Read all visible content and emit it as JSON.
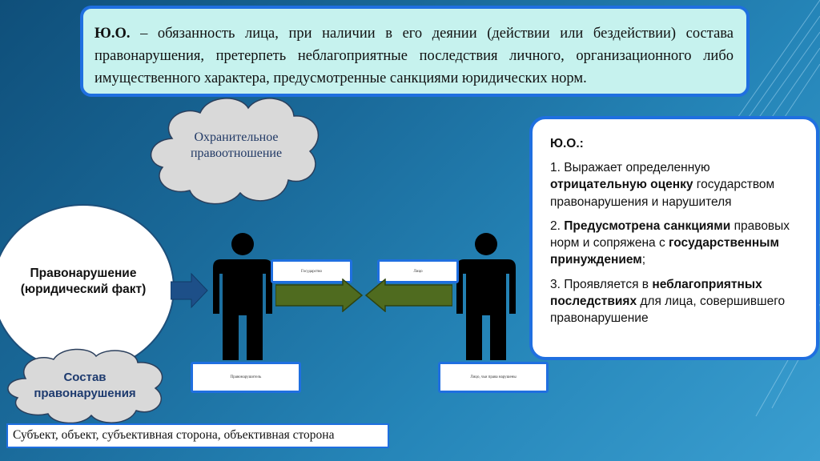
{
  "definition": {
    "term": "Ю.О.",
    "text": " – обязанность лица, при наличии в его деянии (действии или бездействии) состава правонарушения, претерпеть неблагоприятные последствия личного, организационного либо имущественного характера, предусмотренные санкциями юридических норм."
  },
  "cloud_top": {
    "text": "Охранительное правоотношение"
  },
  "circle": {
    "text": "Правонарушение (юридический факт)"
  },
  "cloud_bottom": {
    "text": "Состав правонарушения"
  },
  "bottom_box": {
    "text": "Субъект, объект, субъективная сторона, объективная сторона"
  },
  "left_person": {
    "top_label": "Государство",
    "bottom_label": "Правонарушитель"
  },
  "right_person": {
    "top_label": "Лицо",
    "bottom_label": "Лицо, чьи права нарушены"
  },
  "info": {
    "title": "Ю.О.:",
    "item1_prefix": "1. Выражает определенную ",
    "item1_bold": "отрицательную оценку",
    "item1_suffix": " государством правонарушения и нарушителя",
    "item2_prefix": "2. ",
    "item2_bold1": "Предусмотрена санкциями",
    "item2_mid": " правовых норм и сопряжена с ",
    "item2_bold2": "государственным принуждением",
    "item2_suffix": ";",
    "item3_prefix": "3. Проявляется в ",
    "item3_bold": "неблагоприятных последствиях",
    "item3_suffix": " для лица, совершившего правонарушение"
  },
  "colors": {
    "accent": "#1f6fe0",
    "box_fill": "#c6f2ee",
    "arrow_green": "#4f6b1f",
    "arrow_blue": "#1d4f88"
  }
}
